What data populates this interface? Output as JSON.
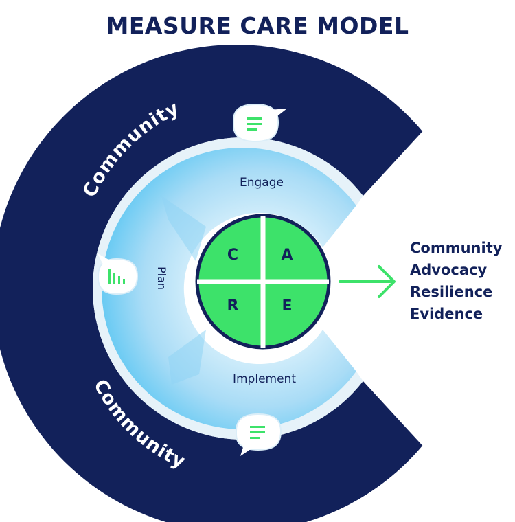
{
  "title": "MEASURE CARE MODEL",
  "outer_ring_labels": [
    "Community",
    "Community"
  ],
  "phases": {
    "engage": "Engage",
    "plan": "Plan",
    "implement": "Implement"
  },
  "care_letters": [
    "C",
    "A",
    "R",
    "E"
  ],
  "outcomes": [
    "Community",
    "Advocacy",
    "Resilience",
    "Evidence"
  ],
  "icons": [
    "speech-bubble-text-icon",
    "speech-bubble-chart-icon",
    "speech-bubble-text-icon",
    "arrow-right-icon"
  ],
  "colors": {
    "navy": "#12215a",
    "light_blue": "#a9dcf6",
    "sky_blue": "#55c4f0",
    "green": "#3de26a",
    "ring_border": "#e6f2f9"
  }
}
